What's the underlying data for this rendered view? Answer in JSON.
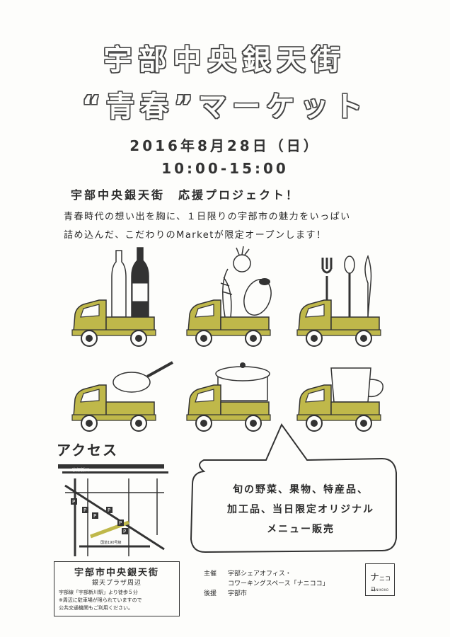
{
  "header": {
    "title_line1": "宇部中央銀天街",
    "title_line2": "“青春”マーケット",
    "date": "2016年8月28日（日）",
    "time": "10:00-15:00"
  },
  "intro": {
    "project": "宇部中央銀天街　応援プロジェクト！",
    "desc_line1": "青春時代の想い出を胸に、１日限りの宇部市の魅力をいっぱい",
    "desc_line2": "詰め込んだ、こだわりのMarketが限定オープンします！"
  },
  "colors": {
    "truck": "#bfb84a",
    "ink": "#333333"
  },
  "access": {
    "heading": "アクセス",
    "map_label_station": "宇部新川",
    "map_label_road": "国道190号線",
    "parking": "P",
    "area_name": "宇部市中央銀天街",
    "plaza": "銀天プラザ周辺",
    "note_line1": "宇部線「宇部新川駅」より徒歩５分",
    "note_line2": "※周辺に駐車場が限られていますので",
    "note_line3": "公共交通機関もご利用ください。"
  },
  "bubble": {
    "line1": "旬の野菜、果物、特産品、",
    "line2": "加工品、当日限定オリジナル",
    "line3": "メニュー販売"
  },
  "organizers": {
    "host_label": "主催",
    "host_line1": "宇部シェアオフィス・",
    "host_line2": "コワーキングスペース「ナニココ」",
    "support_label": "後援",
    "support_value": "宇部市"
  },
  "logo": {
    "mark": "ナニココ",
    "sub": "NANIKOKO"
  }
}
